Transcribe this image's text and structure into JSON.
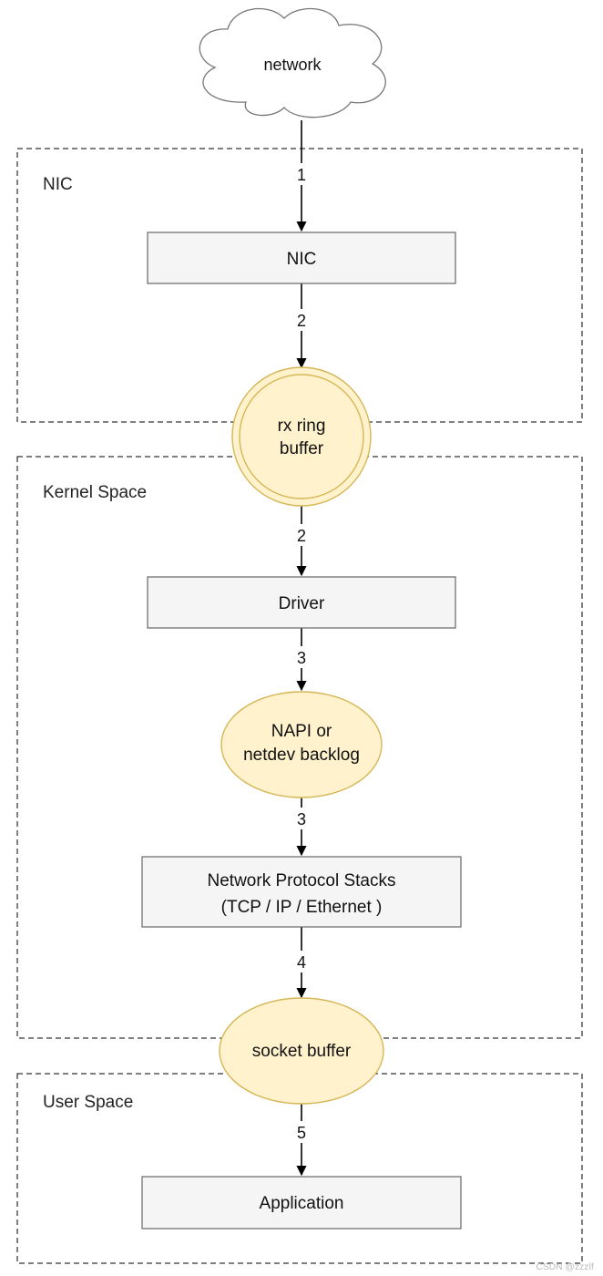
{
  "diagram": {
    "cloud_label": "network",
    "groups": {
      "nic": "NIC",
      "kernel": "Kernel Space",
      "user": "User Space"
    },
    "boxes": {
      "nic": "NIC",
      "driver": "Driver",
      "protocol_line1": "Network Protocol Stacks",
      "protocol_line2": "(TCP / IP / Ethernet )",
      "application": "Application"
    },
    "buffers": {
      "rx_line1": "rx ring",
      "rx_line2": "buffer",
      "napi_line1": "NAPI or",
      "napi_line2": "netdev backlog",
      "socket": "socket buffer"
    },
    "steps": {
      "network_to_nic": "1",
      "nic_to_rx": "2",
      "rx_to_driver": "2",
      "driver_to_napi": "3",
      "napi_to_stack": "3",
      "stack_to_socket": "4",
      "socket_to_app": "5"
    },
    "colors": {
      "buffer_fill": "#fff2cc",
      "buffer_stroke": "#d6b656",
      "box_fill": "#f5f5f5",
      "box_stroke": "#666666",
      "cloud_fill": "#ffffff",
      "line": "#000000"
    }
  },
  "watermark": "CSDN @zzzlf"
}
